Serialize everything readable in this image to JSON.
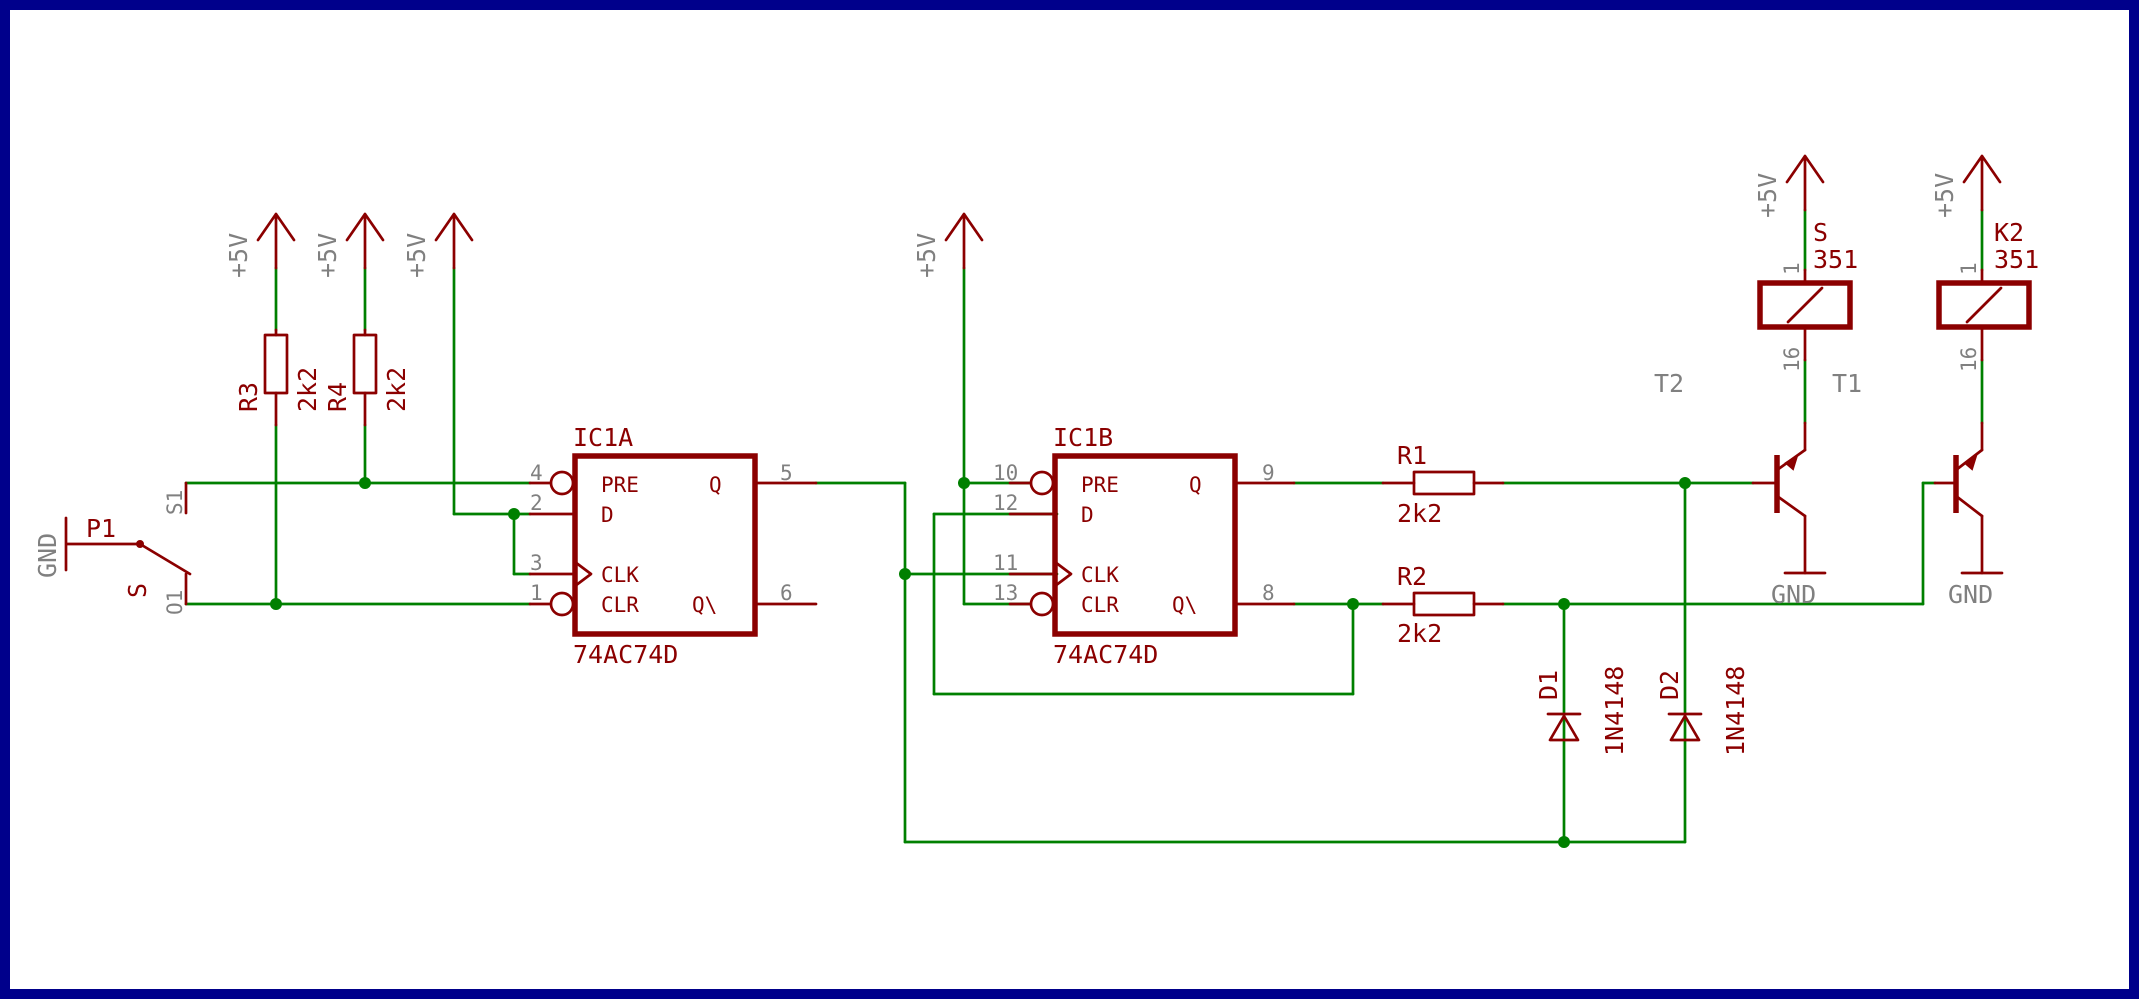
{
  "colors": {
    "frame": "#00008b",
    "wire": "#008000",
    "symbol": "#8b0000",
    "pin_number": "#808080"
  },
  "power": {
    "supply_label": "+5V",
    "ground_label": "GND"
  },
  "switch": {
    "name": "P1",
    "value": "S",
    "pin_s1": "S1",
    "pin_o1": "O1",
    "gnd_label": "GND"
  },
  "resistors": {
    "r3": {
      "name": "R3",
      "value": "2k2"
    },
    "r4": {
      "name": "R4",
      "value": "2k2"
    },
    "r1": {
      "name": "R1",
      "value": "2k2"
    },
    "r2": {
      "name": "R2",
      "value": "2k2"
    }
  },
  "ic1a": {
    "name": "IC1A",
    "value": "74AC74D",
    "pins": {
      "pre": "PRE",
      "d": "D",
      "clk": "CLK",
      "clr": "CLR",
      "q": "Q",
      "qn": "Q\\"
    },
    "pin_numbers": {
      "pre": "4",
      "d": "2",
      "clk": "3",
      "clr": "1",
      "q": "5",
      "qn": "6"
    }
  },
  "ic1b": {
    "name": "IC1B",
    "value": "74AC74D",
    "pins": {
      "pre": "PRE",
      "d": "D",
      "clk": "CLK",
      "clr": "CLR",
      "q": "Q",
      "qn": "Q\\"
    },
    "pin_numbers": {
      "pre": "10",
      "d": "12",
      "clk": "11",
      "clr": "13",
      "q": "9",
      "qn": "8"
    }
  },
  "diodes": {
    "d1": {
      "name": "D1",
      "value": "1N4148"
    },
    "d2": {
      "name": "D2",
      "value": "1N4148"
    }
  },
  "transistors": {
    "t1": {
      "name": "T1"
    },
    "t2": {
      "name": "T2"
    }
  },
  "relays": {
    "s": {
      "name": "S",
      "value": "351",
      "pin_top": "1",
      "pin_bottom": "16"
    },
    "k2": {
      "name": "K2",
      "value": "351",
      "pin_top": "1",
      "pin_bottom": "16"
    }
  }
}
